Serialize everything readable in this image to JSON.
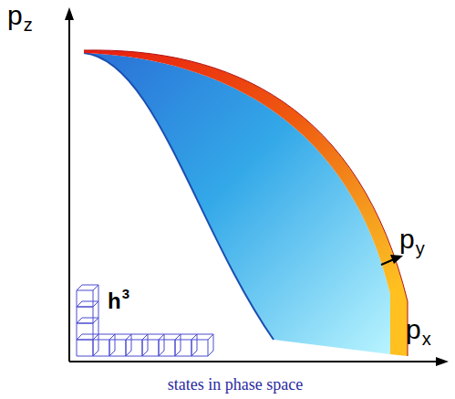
{
  "diagram": {
    "caption": "states in phase space",
    "labels": [
      "p",
      "z",
      "p",
      "y",
      "p",
      "x",
      "h",
      "3"
    ]
  }
}
